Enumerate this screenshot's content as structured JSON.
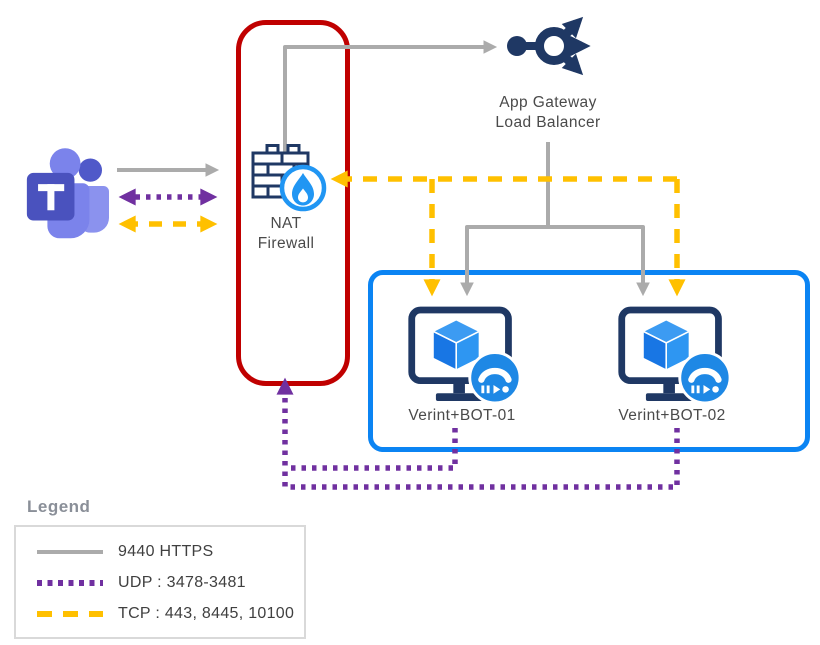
{
  "nodes": {
    "teams": {
      "icon": "microsoft-teams-icon",
      "monogram": "T"
    },
    "nat_firewall": {
      "icon": "firewall-flame-icon",
      "label": "NAT\nFirewall"
    },
    "app_gateway": {
      "icon": "load-balancer-icon",
      "label": "App Gateway\nLoad Balancer"
    },
    "vm_cluster": {
      "icon": "vm-with-call-recorder-icon",
      "vm1_label": "Verint+BOT-01",
      "vm2_label": "Verint+BOT-02"
    }
  },
  "legend": {
    "title": "Legend",
    "items": [
      {
        "label": "9440 HTTPS",
        "line_style": "solid",
        "color": "#ABABAB"
      },
      {
        "label": "UDP : 3478-3481",
        "line_style": "dotted",
        "color": "#7030A0"
      },
      {
        "label": "TCP : 443, 8445, 10100",
        "line_style": "dashed",
        "color": "#FFC000"
      }
    ]
  },
  "colors": {
    "nat_boundary": "#C00000",
    "vm_boundary": "#0B84F3",
    "https_line": "#ABABAB",
    "udp_line": "#7030A0",
    "tcp_line": "#FFC000",
    "icon_navy": "#1F3864",
    "icon_azure": "#1E88E5",
    "label_text": "#4A4A4A"
  }
}
